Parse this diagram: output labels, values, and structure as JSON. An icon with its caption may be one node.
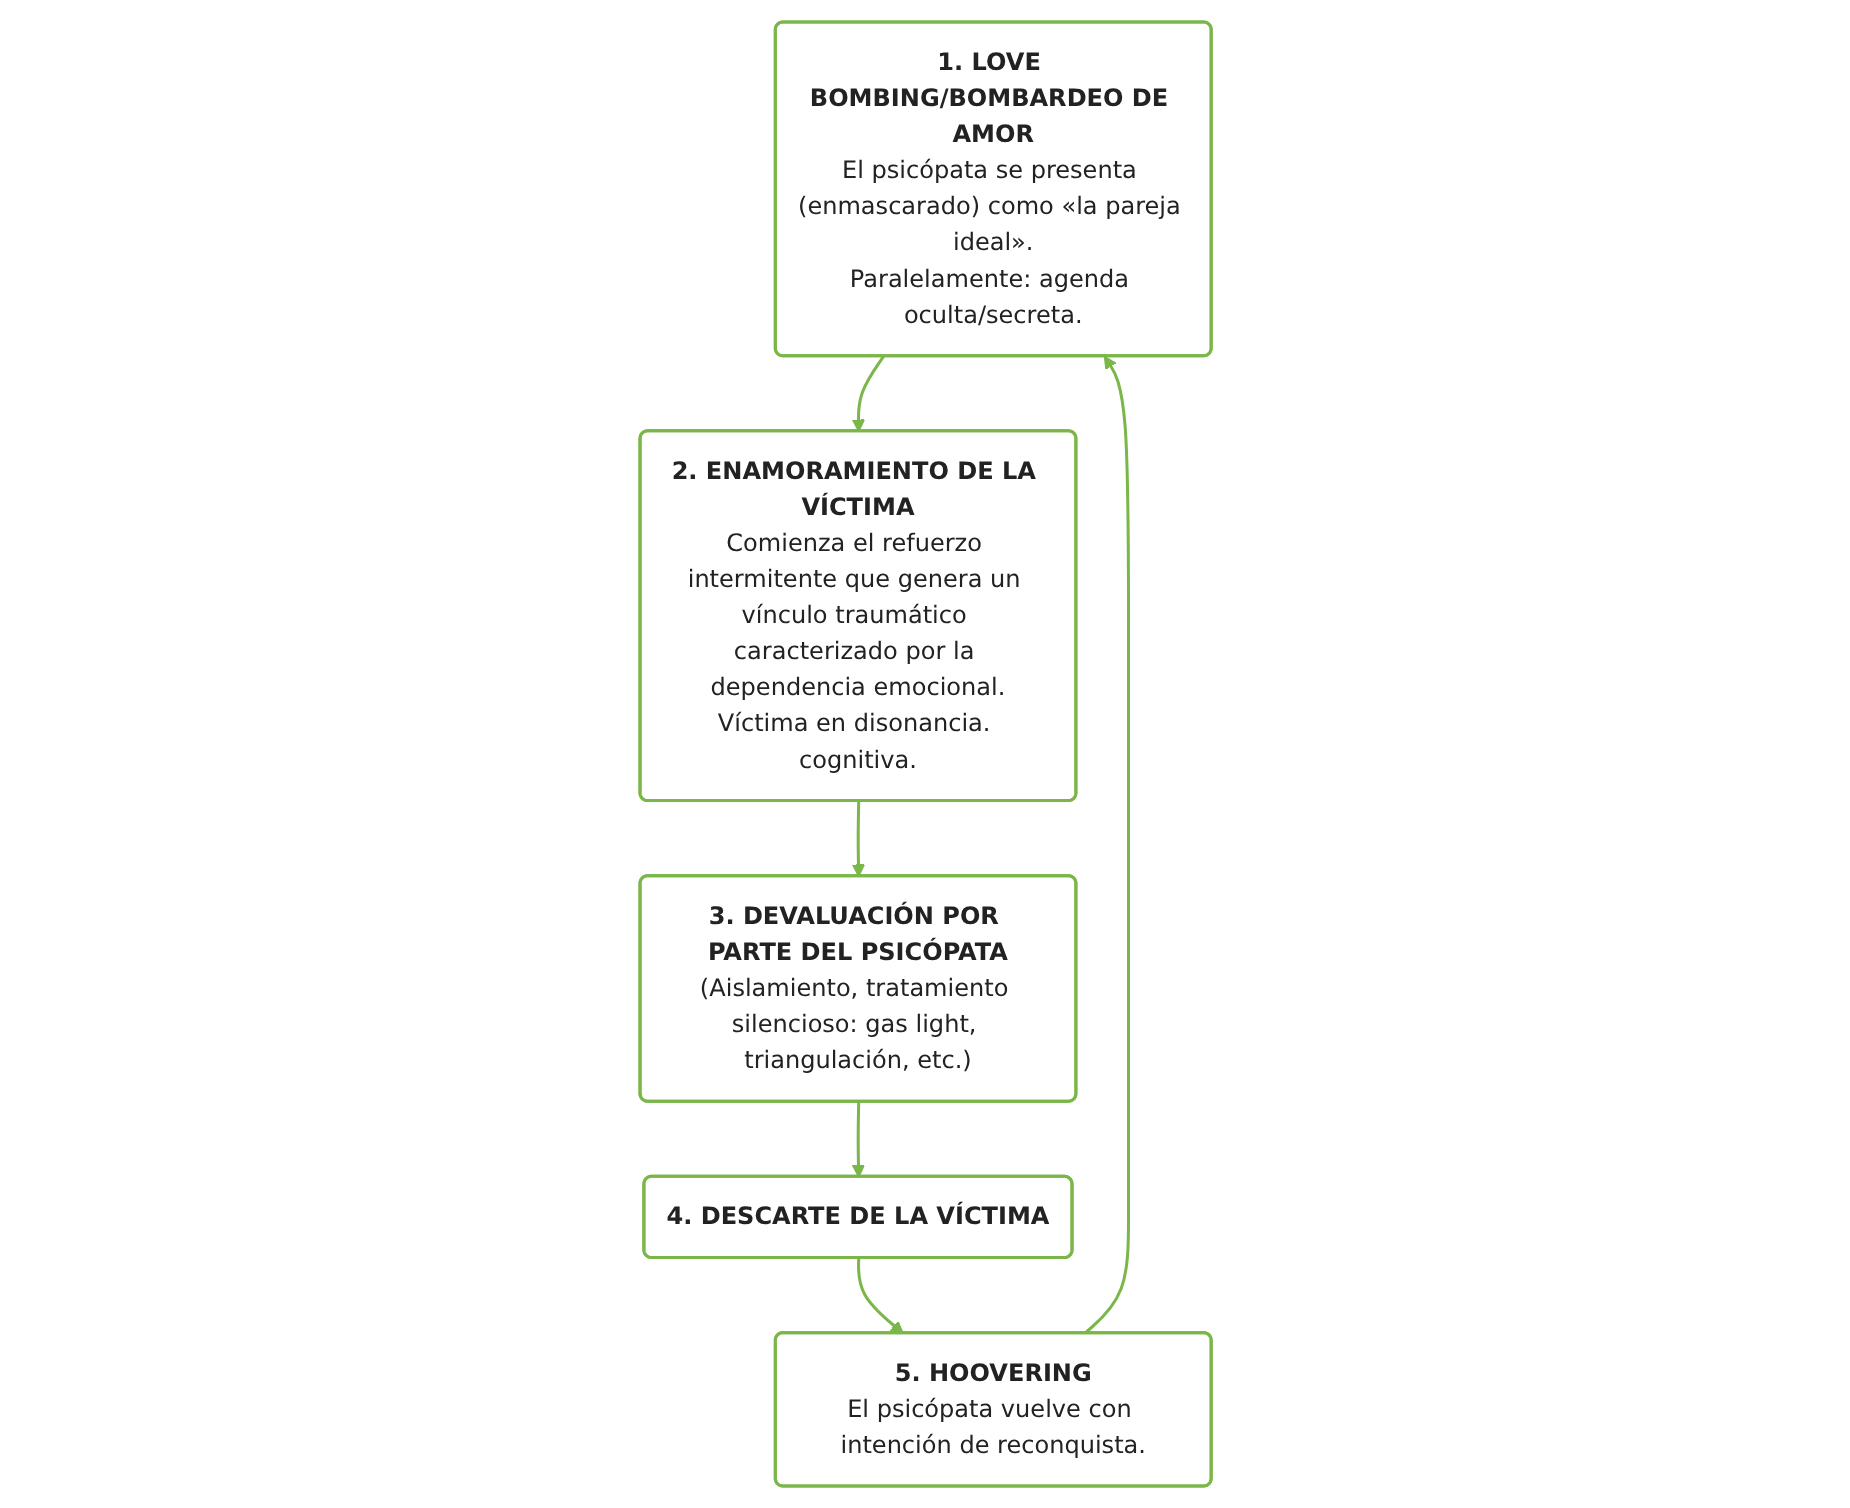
{
  "diagram": {
    "nodes": [
      {
        "text": [
          "1. LOVE BOMBING/BOMBARDEO DE AMOR",
          "El psicópata se presenta (enmascarado) como «la pareja ideal».",
          "Paralelamente: agenda oculta/secreta."
        ]
      },
      {
        "text": [
          "2. ENAMORAMIENTO DE LA VÍCTIMA",
          "Comienza el refuerzo intermitente que genera un vínculo traumático caracterizado por la dependencia emocional.",
          "Víctima en disonancia. cognitiva."
        ]
      },
      {
        "text": [
          "3. DEVALUACIÓN POR PARTE DEL PSICÓPATA",
          "(Aislamiento, tratamiento silencioso: gas light, triangulación, etc.)"
        ]
      },
      {
        "text": [
          "4. DESCARTE DE LA VÍCTIMA"
        ]
      },
      {
        "text": [
          "5. HOOVERING",
          "El psicópata vuelve con intención de reconquista."
        ]
      }
    ],
    "edges": [
      {
        "from": 0,
        "to": 1,
        "arrow": "to"
      },
      {
        "from": 1,
        "to": 2,
        "arrow": "to"
      },
      {
        "from": 2,
        "to": 3,
        "arrow": "to"
      },
      {
        "from": 3,
        "to": 4,
        "arrow": "to"
      },
      {
        "from": 4,
        "to": 0,
        "arrow": "to"
      }
    ]
  }
}
